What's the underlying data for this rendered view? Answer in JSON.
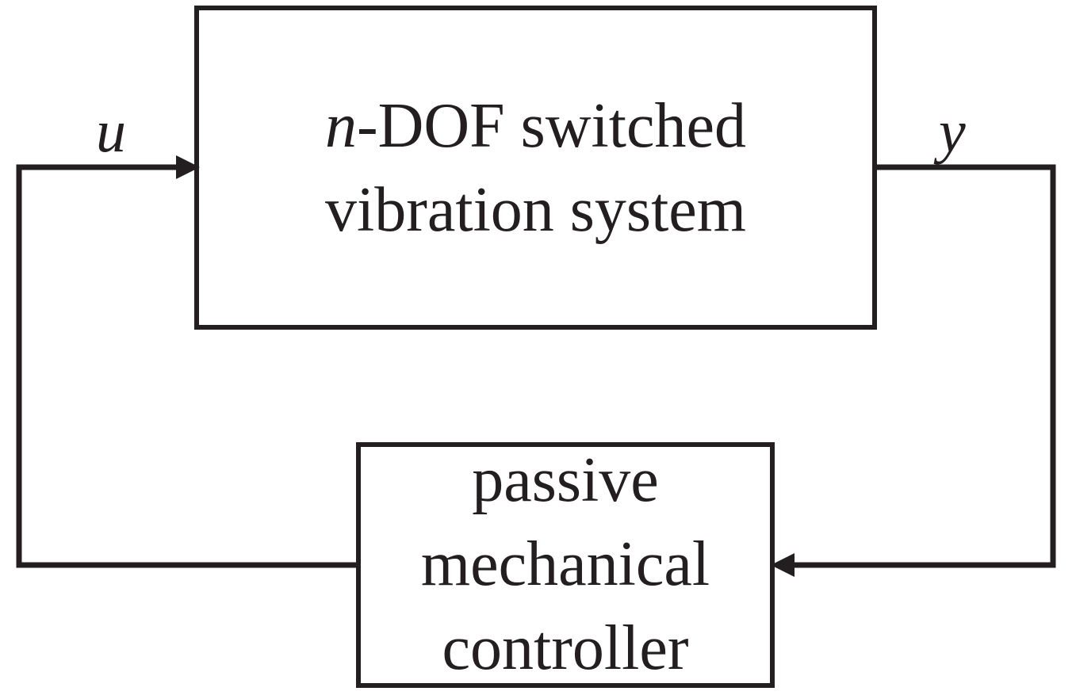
{
  "plant": {
    "line1_var": "n",
    "line1_rest": "-DOF switched",
    "line2": "vibration system"
  },
  "controller": {
    "line1": "passive",
    "line2": "mechanical",
    "line3": "controller"
  },
  "signals": {
    "input": "u",
    "output": "y"
  },
  "colors": {
    "stroke": "#231f20",
    "background": "#ffffff"
  }
}
